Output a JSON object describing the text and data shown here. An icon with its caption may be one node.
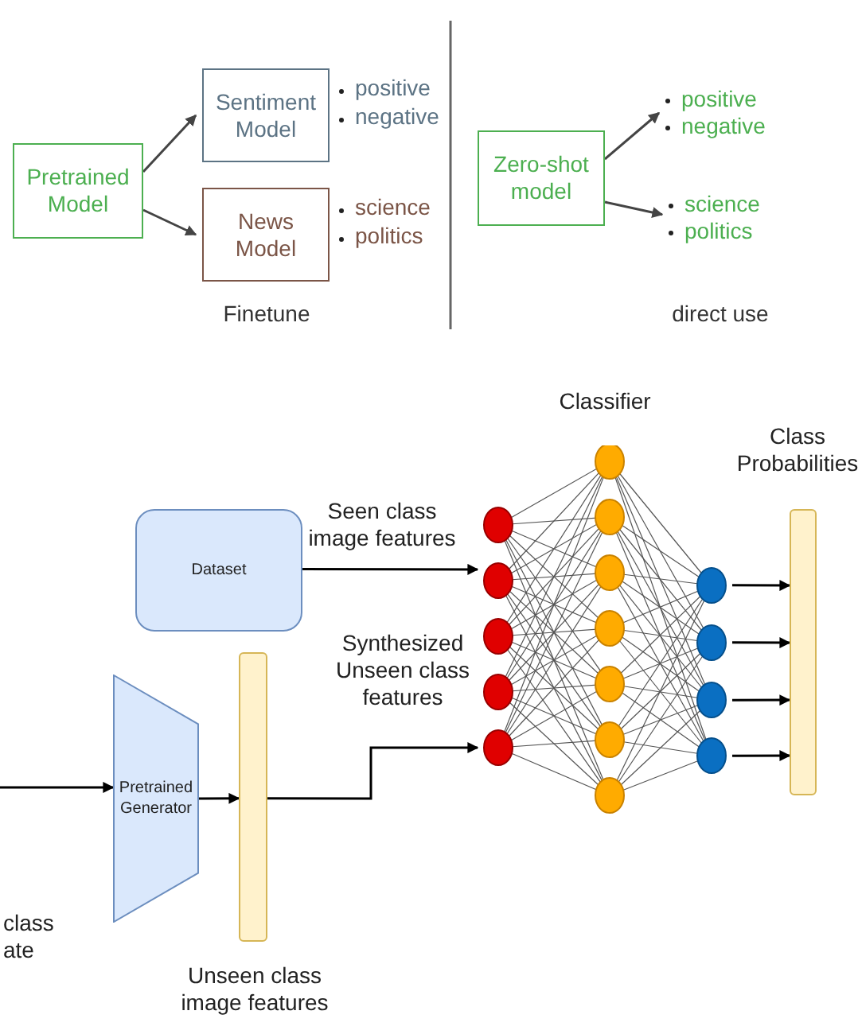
{
  "diagram": {
    "nodes": [
      {
        "text": [
          "Pretrained Model"
        ]
      },
      {
        "text": [
          "Sentiment Model"
        ],
        "beside": [
          "positive",
          "negative"
        ]
      },
      {
        "text": [
          "News Model"
        ],
        "beside": [
          "science",
          "politics"
        ]
      },
      {
        "text": [
          "Zero-shot model"
        ]
      },
      {
        "text": [
          "positive",
          "negative"
        ]
      },
      {
        "text": [
          "science",
          "politics"
        ]
      },
      {
        "text": [
          "Dataset"
        ]
      },
      {
        "text": [
          "Pretrained Generator"
        ]
      },
      {
        "text": [
          "Unseen class image features"
        ]
      },
      {
        "text": [
          "Classifier"
        ]
      },
      {
        "text": [
          "Class Probabilities"
        ]
      }
    ],
    "edges": [
      {
        "from": 0,
        "to": 1,
        "arrow": "to"
      },
      {
        "from": 0,
        "to": 2,
        "arrow": "to"
      },
      {
        "from": 3,
        "to": 4,
        "arrow": "to"
      },
      {
        "from": 3,
        "to": 5,
        "arrow": "to"
      },
      {
        "from": null,
        "to": 7,
        "arrow": "to"
      },
      {
        "from": 7,
        "to": 8,
        "arrow": "to"
      },
      {
        "from": 6,
        "to": 9,
        "label": "Seen class image features",
        "arrow": "to"
      },
      {
        "from": 8,
        "to": 9,
        "label": "Synthesized Unseen class features",
        "arrow": "to"
      },
      {
        "from": 9,
        "to": 10,
        "arrow": "to"
      },
      {
        "from": 9,
        "to": 10,
        "arrow": "to"
      },
      {
        "from": 9,
        "to": 10,
        "arrow": "to"
      },
      {
        "from": 9,
        "to": 10,
        "arrow": "to"
      }
    ],
    "labels": [
      "Finetune",
      "direct use",
      "class ate"
    ]
  }
}
